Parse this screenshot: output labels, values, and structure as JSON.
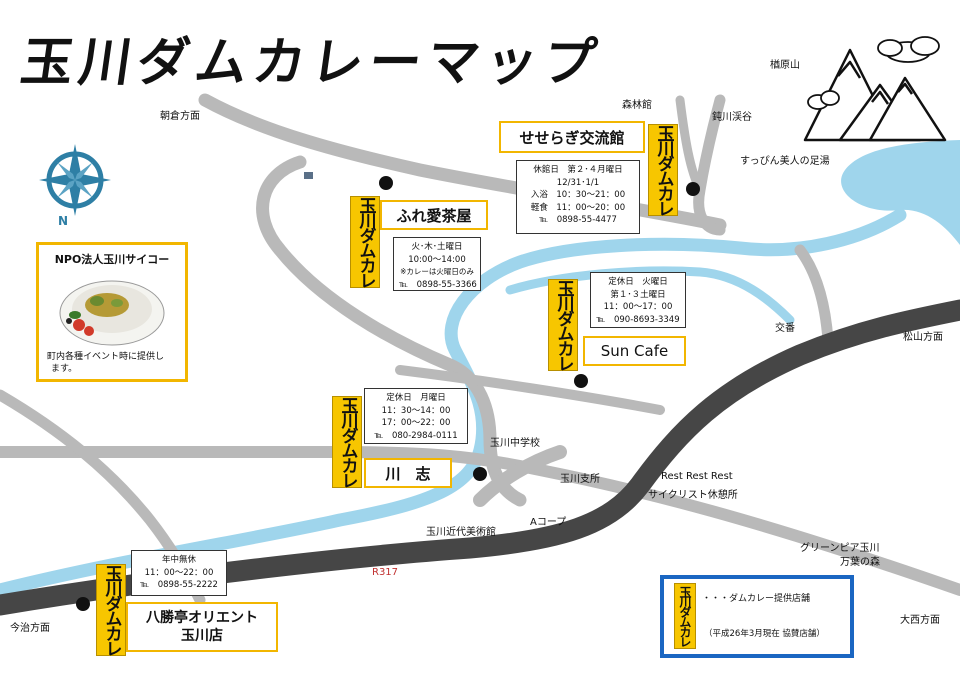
{
  "title": "玉川ダムカレーマップ",
  "colors": {
    "road": "#b9b9b9",
    "road_dark": "#464646",
    "river": "#9fd5ec",
    "accent": "#f2b600",
    "logo_bg": "#f7c600",
    "legend_border": "#1a66c2"
  },
  "icons": {
    "compass": "compass-icon",
    "mountains": "mountain-icon",
    "cloud": "cloud-icon",
    "curry": "curry-plate-icon"
  },
  "compass_letter": "N",
  "logo_text": "玉川ダムカレ",
  "places": {
    "asakura": "朝倉方面",
    "nishiki": "楢原山",
    "morin": "森林館",
    "suzukawa": "鈍川渓谷",
    "ashiyu": "すっぴん美人の足湯",
    "koban": "交番",
    "matsuyama": "松山方面",
    "school": "玉川中学校",
    "branch": "玉川支所",
    "rest1": "Rest Rest Rest",
    "rest2": "サイクリスト休憩所",
    "acoop": "Aコープ",
    "museum": "玉川近代美術館",
    "r317": "R317",
    "greenpia": "グリーンピア玉川",
    "manyo": "万葉の森",
    "imabari": "今治方面",
    "onishi": "大西方面"
  },
  "shops": {
    "seseragi": {
      "name": "せせらぎ交流館",
      "info": [
        "休館日　第２･４月曜日",
        "12/31･1/1",
        "入浴　10：30〜21：00",
        "軽食　11：00〜20：00",
        "℡　0898-55-4477"
      ]
    },
    "fureai": {
      "name": "ふれ愛茶屋",
      "info": [
        "火･木･土曜日",
        "10:00〜14:00",
        "※カレーは火曜日のみ",
        "℡　0898-55-3366"
      ]
    },
    "suncafe": {
      "name": "Sun Cafe",
      "info": [
        "定休日　火曜日",
        "第１･３土曜日",
        "11：00〜17：00",
        "℡　090-8693-3349"
      ]
    },
    "kawashi": {
      "name": "川　志",
      "info": [
        "定休日　月曜日",
        "11：30〜14：00",
        "17：00〜22：00",
        "℡　080-2984-0111"
      ]
    },
    "hachishoutei": {
      "name1": "八勝亭オリエント",
      "name2": "玉川店",
      "info": [
        "年中無休",
        "11：00〜22：00",
        "℡　0898-55-2222"
      ]
    }
  },
  "npo": {
    "title": "NPO法人玉川サイコー",
    "text1": "町内各種イベント時に提供し",
    "text2": "ます。"
  },
  "legend": {
    "item": "・・・ダムカレー提供店舗",
    "note": "（平成26年3月現在 協賛店舗）"
  }
}
